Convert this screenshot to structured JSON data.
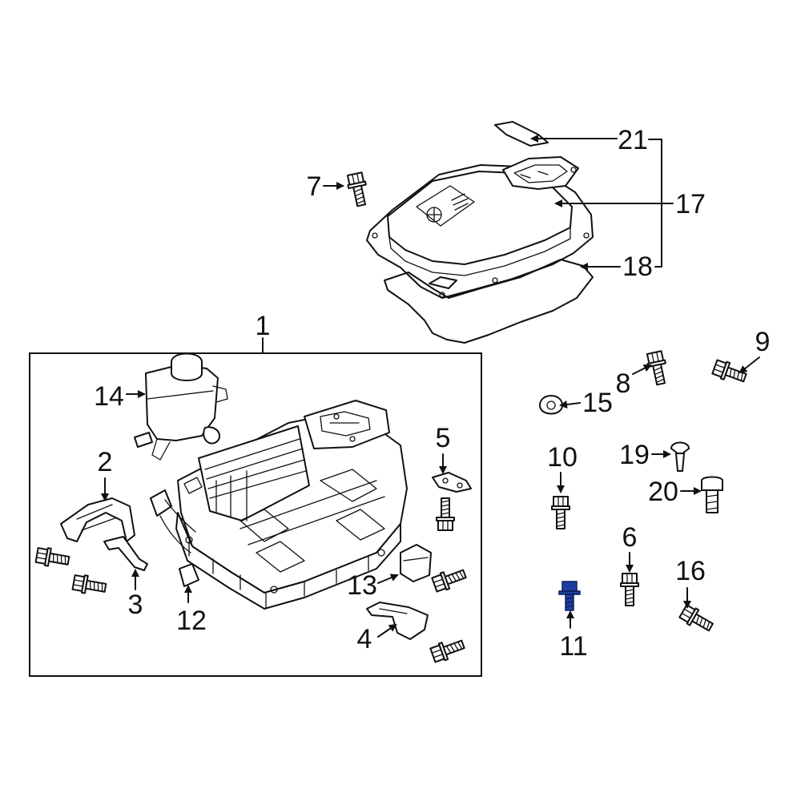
{
  "colors": {
    "highlight": "#1f3f9e",
    "ink": "#111111",
    "background": "#ffffff"
  },
  "callouts": {
    "c1": "1",
    "c2": "2",
    "c3": "3",
    "c4": "4",
    "c5": "5",
    "c6": "6",
    "c7": "7",
    "c8": "8",
    "c9": "9",
    "c10": "10",
    "c11": "11",
    "c12": "12",
    "c13": "13",
    "c14": "14",
    "c15": "15",
    "c16": "16",
    "c17": "17",
    "c18": "18",
    "c19": "19",
    "c20": "20",
    "c21": "21"
  },
  "highlighted_part": "11"
}
